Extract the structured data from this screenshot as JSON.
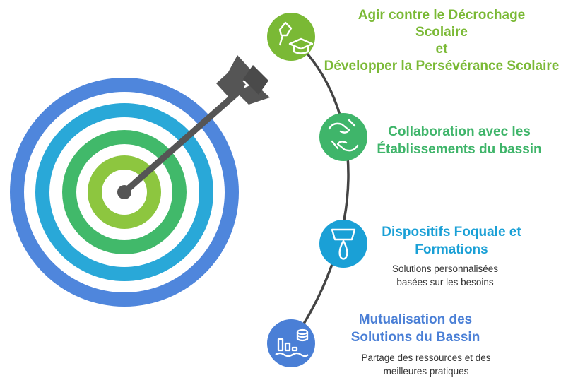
{
  "colors": {
    "blue": "#4f86dc",
    "sky": "#29a8d8",
    "green": "#41b96a",
    "lime": "#8dc63f",
    "arrow": "#555555",
    "track": "#444444"
  },
  "steps": [
    {
      "icon": "graduation-cap-icon",
      "title_lines": [
        "Agir contre le Décrochage",
        "Scolaire",
        "et",
        "Développer la Persévérance Scolaire"
      ],
      "color": "#7ab935"
    },
    {
      "icon": "handshake-icon",
      "title_lines": [
        "Collaboration avec les",
        "Établissements du bassin"
      ],
      "color": "#3fb56a"
    },
    {
      "icon": "lamp-drop-icon",
      "title_lines": [
        "Dispositifs Foquale et",
        "Formations"
      ],
      "description_lines": [
        "Solutions personnalisées",
        "basées sur les besoins"
      ],
      "color": "#1aa0d6"
    },
    {
      "icon": "chart-coins-icon",
      "title_lines": [
        "Mutualisation des",
        "Solutions du Bassin"
      ],
      "description_lines": [
        "Partage des ressources et des",
        "meilleures pratiques"
      ],
      "color": "#4a7fd6"
    }
  ]
}
